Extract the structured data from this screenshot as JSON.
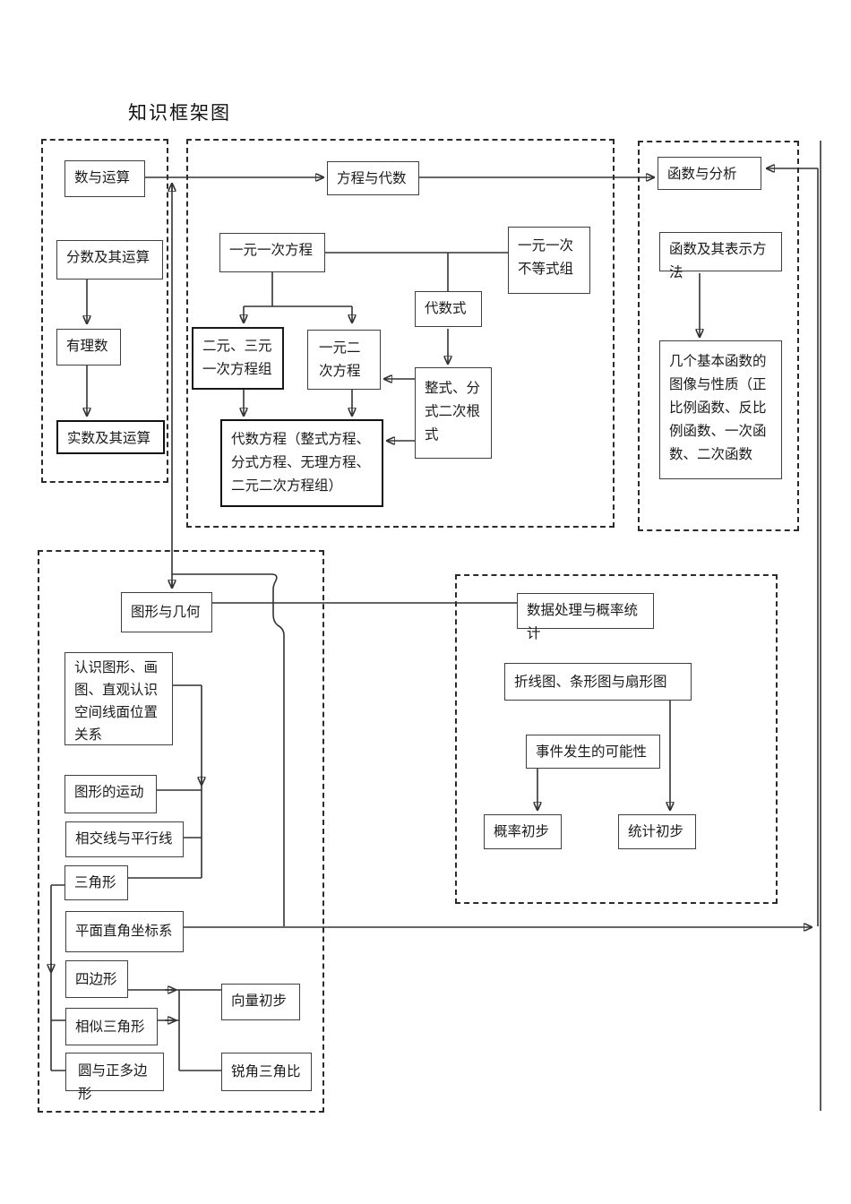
{
  "page": {
    "title": "知识框架图"
  },
  "sections": {
    "numbers": {
      "lead": "数与运算",
      "fractions": "分数及其运算",
      "rational": "有理数",
      "real": "实数及其运算"
    },
    "algebra": {
      "lead": "方程与代数",
      "linear_eq": "一元一次方程",
      "linear_ineq": "一元一次不等式组",
      "expression": "代数式",
      "eq_systems": "二元、三元一次方程组",
      "quadratic_eq": "一元二次方程",
      "integral_fraction_radical": "整式、分式二次根式",
      "algebraic_eq": "代数方程（整式方程、分式方程、无理方程、二元二次方程组）"
    },
    "functions": {
      "lead": "函数与分析",
      "representation": "函数及其表示方法",
      "basic_functions": "几个基本函数的图像与性质（正比例函数、反比例函数、一次函数、二次函数"
    },
    "geometry": {
      "lead": "图形与几何",
      "recognize_shapes": "认识图形、画图、直观认识空间线面位置关系",
      "motion": "图形的运动",
      "intersect_parallel": "相交线与平行线",
      "triangle": "三角形",
      "coordinate_plane": "平面直角坐标系",
      "quadrilateral": "四边形",
      "similar_triangles": "相似三角形",
      "circle_polygon": "圆与正多边形",
      "vectors": "向量初步",
      "acute_trig": "锐角三角比"
    },
    "statistics": {
      "lead": "数据处理与概率统计",
      "charts": "折线图、条形图与扇形图",
      "event_likelihood": "事件发生的可能性",
      "probability_intro": "概率初步",
      "statistics_intro": "统计初步"
    }
  }
}
